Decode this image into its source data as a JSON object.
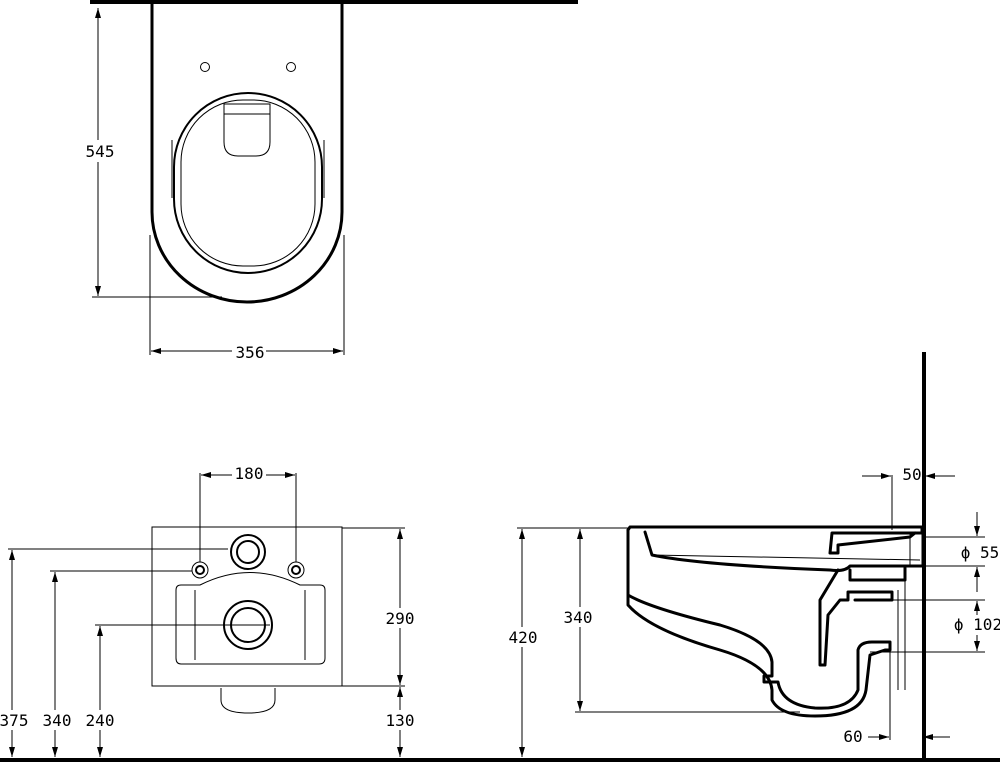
{
  "dimensions": {
    "top_depth": "545",
    "top_width": "356",
    "bolt_spacing": "180",
    "fix_height_290": "290",
    "fix_height_130": "130",
    "height_375": "375",
    "height_340_front": "340",
    "height_240": "240",
    "height_420": "420",
    "height_340_side": "340",
    "offset_50": "50",
    "diameter_55": "ϕ 55",
    "diameter_102": "ϕ 102",
    "offset_60": "60"
  }
}
